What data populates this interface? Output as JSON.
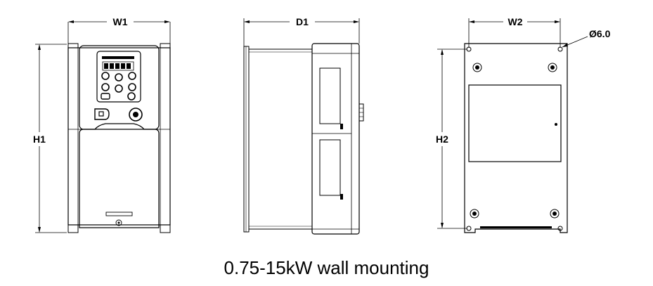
{
  "dimensions": {
    "w1": "W1",
    "d1": "D1",
    "w2": "W2",
    "h1": "H1",
    "h2": "H2",
    "hole": "Ø6.0"
  },
  "caption": "0.75-15kW wall mounting"
}
